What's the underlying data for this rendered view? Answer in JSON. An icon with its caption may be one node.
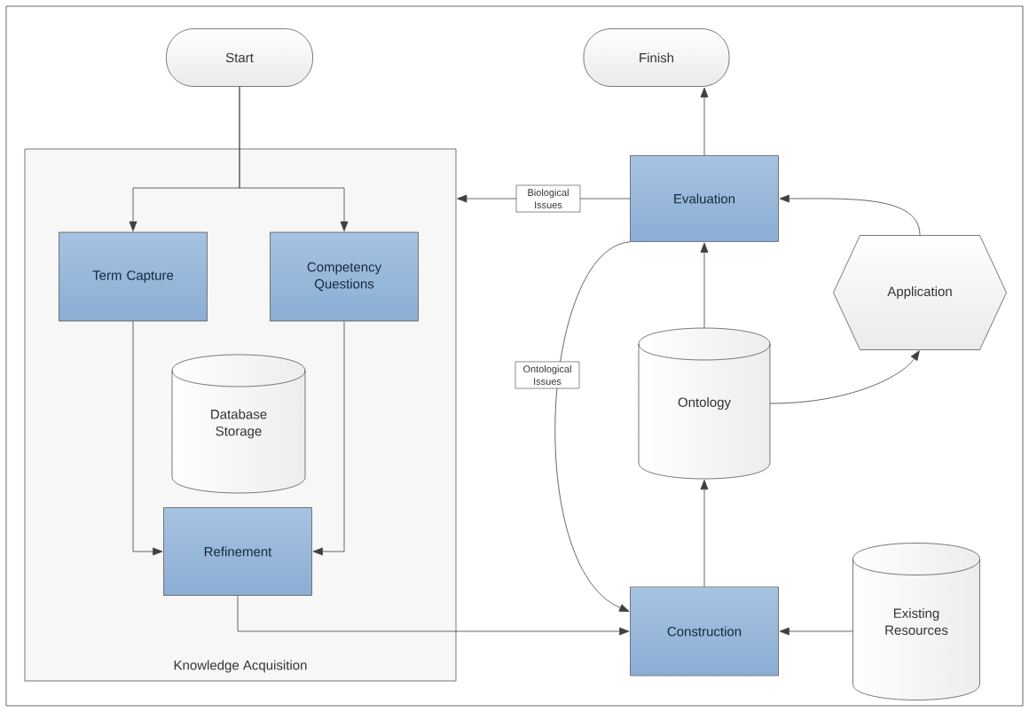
{
  "diagram": {
    "nodes": [
      {
        "text": [
          "Start"
        ]
      },
      {
        "text": [
          "Finish"
        ]
      },
      {
        "text": [
          "Knowledge Acquisition"
        ]
      },
      {
        "text": [
          "Term Capture"
        ],
        "in": 2
      },
      {
        "text": [
          "Competency Questions"
        ],
        "in": 2
      },
      {
        "text": [
          "Database Storage"
        ],
        "in": 2
      },
      {
        "text": [
          "Refinement"
        ],
        "in": 2
      },
      {
        "text": [
          "Evaluation"
        ]
      },
      {
        "text": [
          "Application"
        ]
      },
      {
        "text": [
          "Ontology"
        ]
      },
      {
        "text": [
          "Construction"
        ]
      },
      {
        "text": [
          "Existing Resources"
        ]
      }
    ],
    "edges": [
      {
        "from": 0,
        "to": 3,
        "arrow": "to"
      },
      {
        "from": 0,
        "to": 4,
        "arrow": "to"
      },
      {
        "from": 3,
        "to": 6,
        "arrow": "to"
      },
      {
        "from": 4,
        "to": 6,
        "arrow": "to"
      },
      {
        "from": 6,
        "to": 10,
        "arrow": "to"
      },
      {
        "from": 11,
        "to": 10,
        "arrow": "to"
      },
      {
        "from": 10,
        "to": 9,
        "arrow": "to"
      },
      {
        "from": 9,
        "to": 7,
        "arrow": "to"
      },
      {
        "from": 9,
        "to": 8,
        "arrow": "to"
      },
      {
        "from": 8,
        "to": 7,
        "arrow": "to"
      },
      {
        "from": 7,
        "to": 1,
        "arrow": "to"
      },
      {
        "from": 7,
        "to": 2,
        "arrow": "to",
        "label": "Biological Issues"
      },
      {
        "from": 7,
        "to": 10,
        "arrow": "to",
        "label": "Ontological Issues"
      }
    ]
  }
}
